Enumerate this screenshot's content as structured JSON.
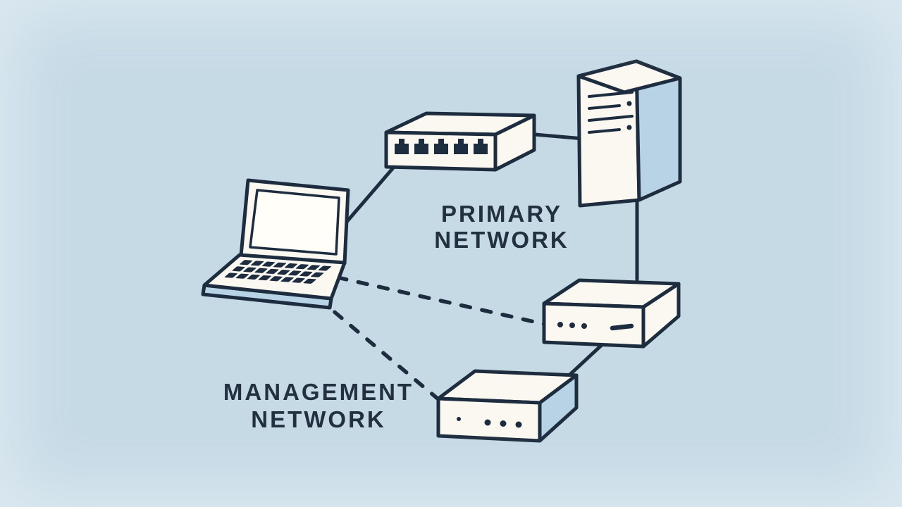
{
  "diagram": {
    "type": "network-topology-illustration",
    "background_color": "#c6dae6",
    "line_color": "#1d2c3e",
    "device_fill": "#faf8f0",
    "accent_fill": "#b9d3e6",
    "label_color": "#22303f",
    "labels": {
      "primary": {
        "line1": "PRIMARY",
        "line2": "NETWORK"
      },
      "management": {
        "line1": "MANAGEMENT",
        "line2": "NETWORK"
      }
    },
    "nodes": [
      {
        "id": "laptop",
        "icon": "laptop-icon"
      },
      {
        "id": "switch",
        "icon": "network-switch-icon",
        "port_count": 5
      },
      {
        "id": "server",
        "icon": "server-tower-icon"
      },
      {
        "id": "appliance-primary",
        "icon": "network-appliance-icon"
      },
      {
        "id": "appliance-management",
        "icon": "network-appliance-icon"
      }
    ],
    "connections": [
      {
        "from": "laptop",
        "to": "switch",
        "style": "solid",
        "network": "primary"
      },
      {
        "from": "switch",
        "to": "server",
        "style": "solid",
        "network": "primary"
      },
      {
        "from": "server",
        "to": "appliance-primary",
        "style": "solid",
        "network": "primary"
      },
      {
        "from": "appliance-primary",
        "to": "appliance-management",
        "style": "solid",
        "network": "primary"
      },
      {
        "from": "laptop",
        "to": "appliance-primary",
        "style": "dashed",
        "network": "management"
      },
      {
        "from": "laptop",
        "to": "appliance-management",
        "style": "dashed",
        "network": "management"
      }
    ]
  }
}
